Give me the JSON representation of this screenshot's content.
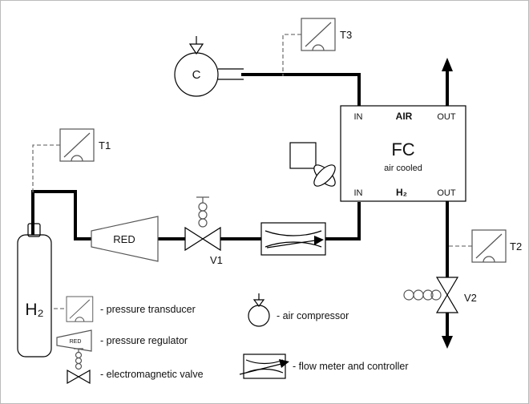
{
  "diagram": {
    "t1": "T1",
    "t2": "T2",
    "t3": "T3",
    "compressor": "C",
    "regulator": "RED",
    "v1": "V1",
    "v2": "V2",
    "cylinder": "H₂",
    "fc": {
      "name": "FC",
      "subtitle": "air cooled",
      "top_in": "IN",
      "top_gas": "AIR",
      "top_out": "OUT",
      "bottom_in": "IN",
      "bottom_gas": "H₂",
      "bottom_out": "OUT"
    }
  },
  "legend": {
    "regulator_text": "RED",
    "items": [
      "- pressure transducer",
      "- pressure regulator",
      "- electromagnetic valve",
      "- air compressor",
      "- flow meter and controller"
    ]
  },
  "colors": {
    "pipe": "#000000",
    "symbol": "#555555",
    "dashed_signal": "#777777",
    "background": "#ffffff"
  }
}
